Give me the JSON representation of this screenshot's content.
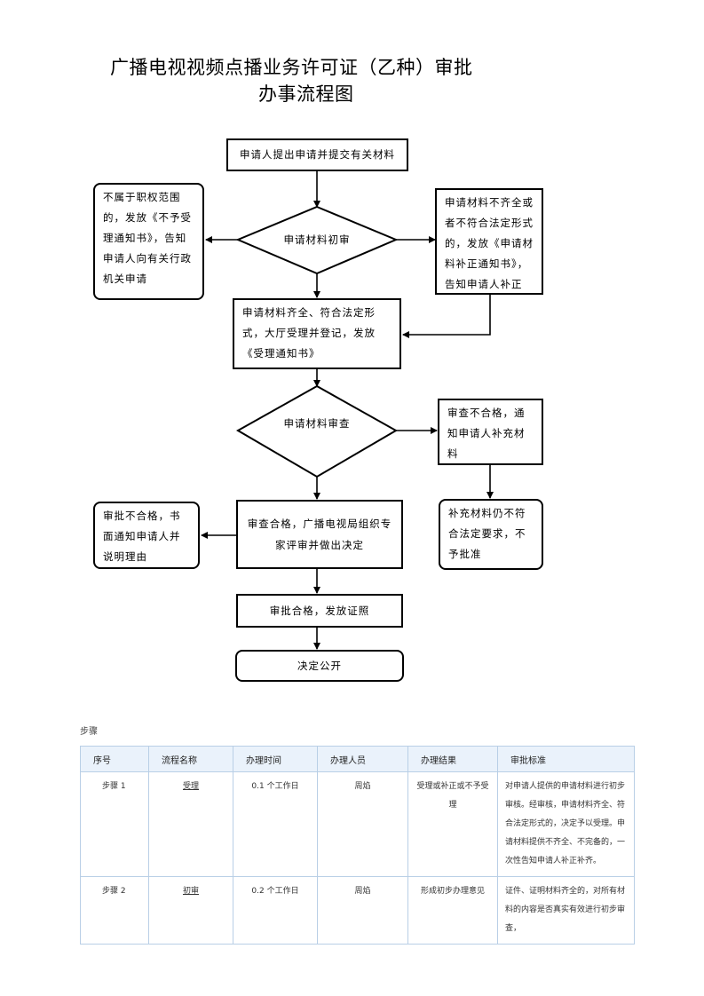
{
  "title": {
    "line1": "广播电视视频点播业务许可证（乙种）审批",
    "line2": "办事流程图"
  },
  "flow": {
    "submit": "申请人提出申请并提交有关材料",
    "initial_review": "申请材料初审",
    "not_in_scope": "不属于职权范围的，发放《不予受理通知书》，告知申请人向有关行政机关申请",
    "incomplete": "申请材料不齐全或者不符合法定形式的，发放《申请材料补正通知书》，告知申请人补正",
    "accepted": "申请材料齐全、符合法定形式，大厅受理并登记，发放《受理通知书》",
    "materials_review": "申请材料审查",
    "review_fail_supplement": "审查不合格，通知申请人补充材料",
    "review_pass_expert": "审查合格，广播电视局组织专家评审并做出决定",
    "approval_fail": "审批不合格，书面通知申请人并说明理由",
    "supplement_fail": "补充材料仍不符合法定要求，不予批准",
    "approval_pass": "审批合格，发放证照",
    "publish": "决定公开"
  },
  "steps_section": {
    "label": "步骤",
    "headers": [
      "序号",
      "流程名称",
      "办理时间",
      "办理人员",
      "办理结果",
      "审批标准"
    ],
    "rows": [
      {
        "step": "步骤 1",
        "name": "受理",
        "time": "0.1 个工作日",
        "staff": "周焰",
        "result": "受理或补正或不予受理",
        "standard": "对申请人提供的申请材料进行初步审核。经审核，申请材料齐全、符合法定形式的，决定予以受理。申请材料提供不齐全、不完备的，一次性告知申请人补正补齐。"
      },
      {
        "step": "步骤 2",
        "name": "初审",
        "time": "0.2 个工作日",
        "staff": "周焰",
        "result": "形成初步办理意见",
        "standard": "证件、证明材料齐全的，对所有材料的内容是否真实有效进行初步审查，"
      }
    ]
  }
}
